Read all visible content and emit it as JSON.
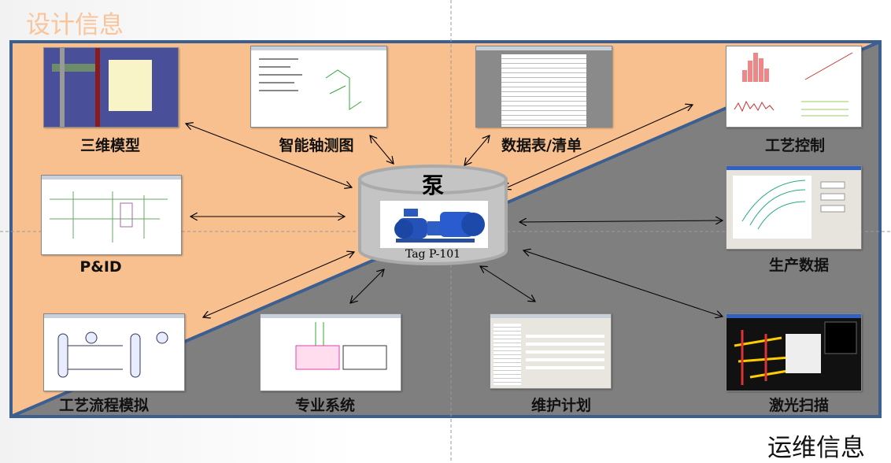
{
  "titles": {
    "design": "设计信息",
    "operations": "运维信息"
  },
  "center": {
    "title": "泵",
    "tag": "Tag P-101",
    "icon": "pump-image"
  },
  "nodes": [
    {
      "id": "3d-model",
      "label": "三维模型"
    },
    {
      "id": "isometric",
      "label": "智能轴测图"
    },
    {
      "id": "datasheet",
      "label": "数据表/清单"
    },
    {
      "id": "process-control",
      "label": "工艺控制"
    },
    {
      "id": "pid",
      "label": "P&ID"
    },
    {
      "id": "production-data",
      "label": "生产数据"
    },
    {
      "id": "process-simulation",
      "label": "工艺流程模拟"
    },
    {
      "id": "specialty-systems",
      "label": "专业系统"
    },
    {
      "id": "maintenance-plan",
      "label": "维护计划"
    },
    {
      "id": "laser-scan",
      "label": "激光扫描"
    }
  ],
  "colors": {
    "design": "#f9c08f",
    "operations": "#7f7f7f",
    "border": "#3d5f8f"
  }
}
